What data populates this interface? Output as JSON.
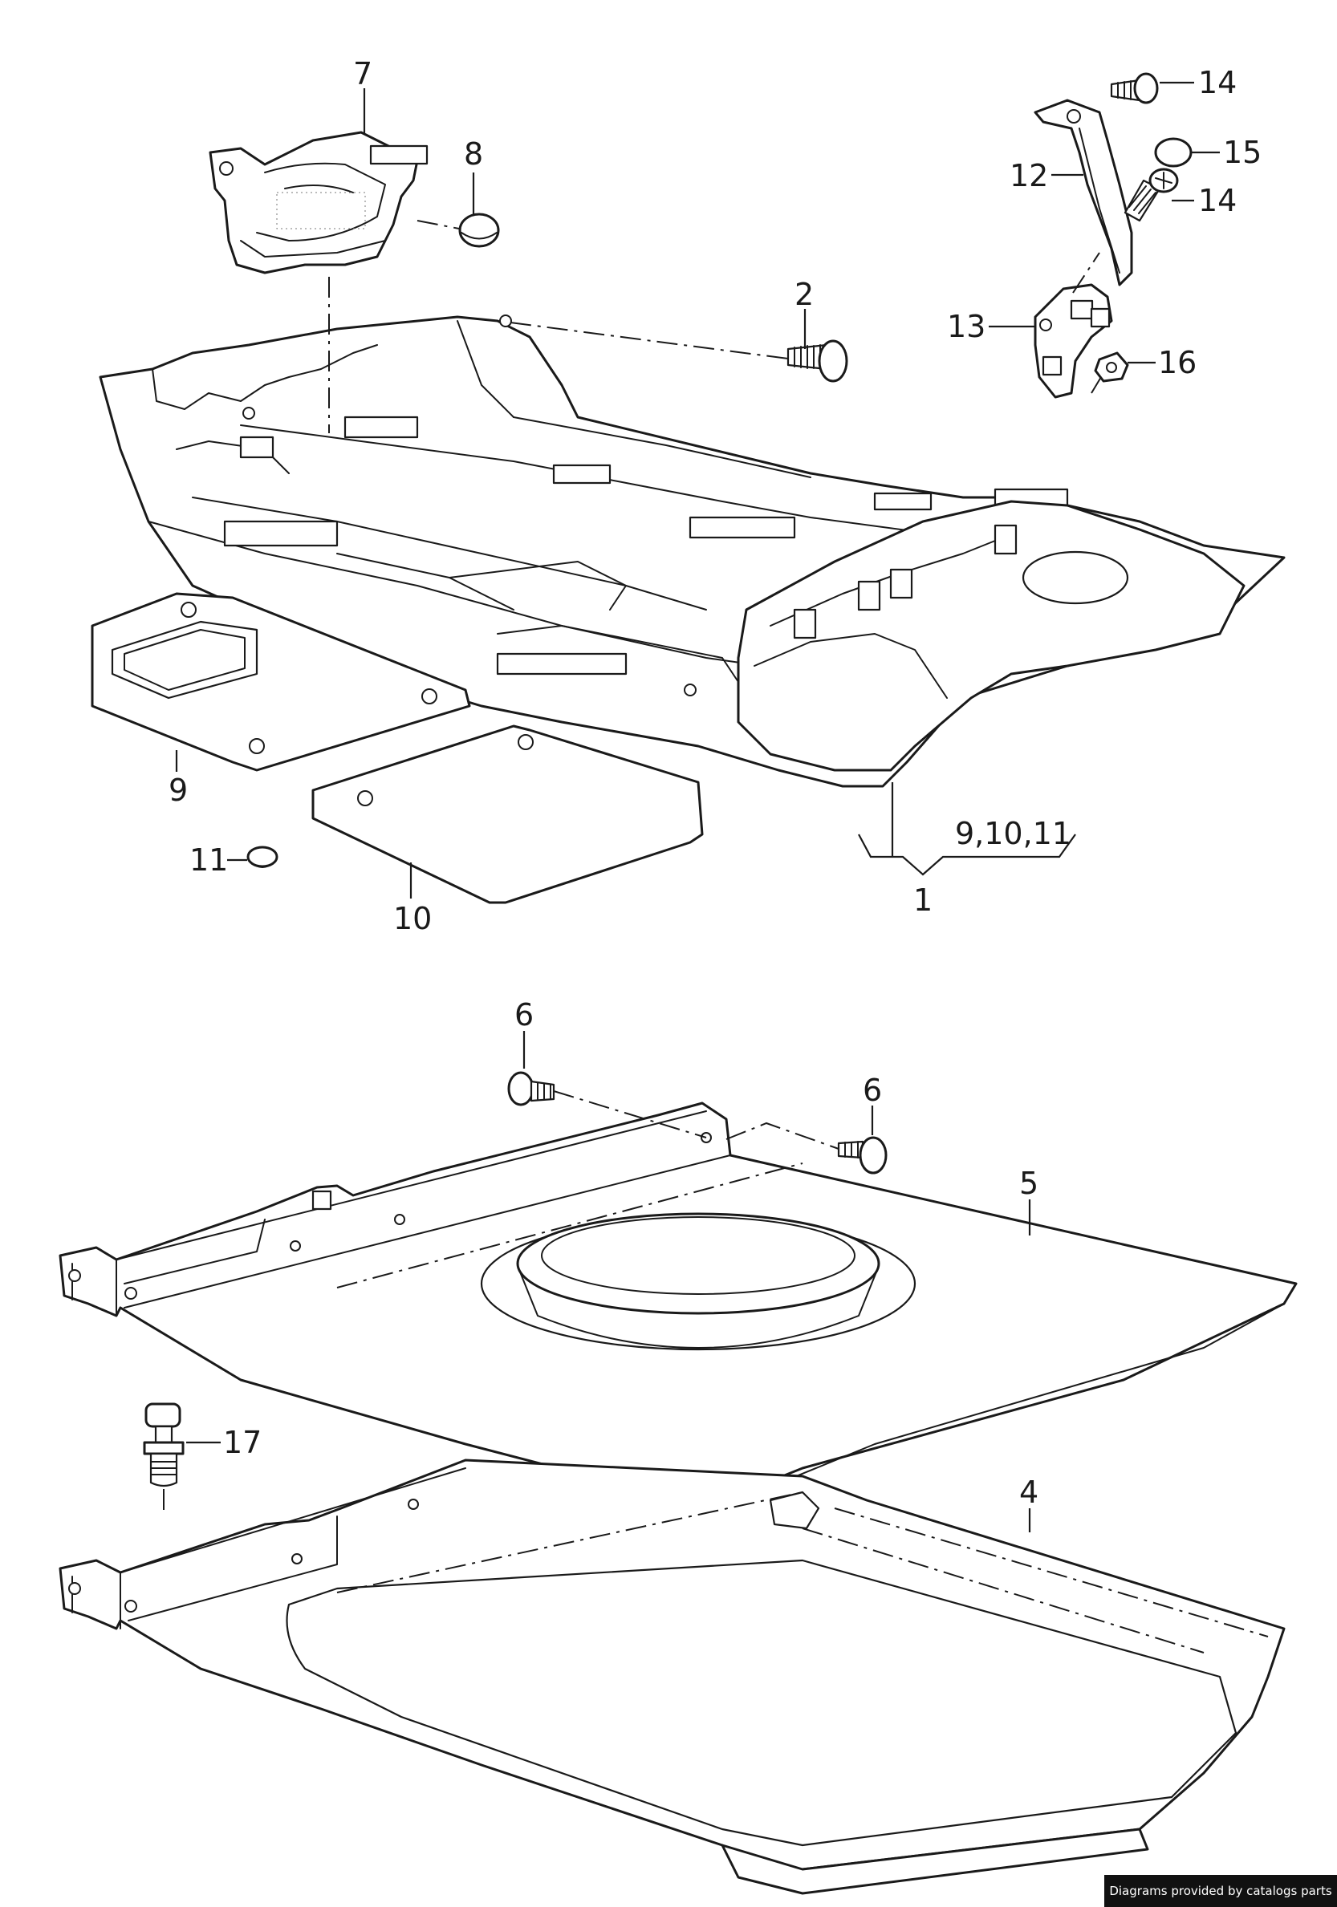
{
  "callouts": {
    "c1": "1",
    "c2": "2",
    "c4": "4",
    "c5": "5",
    "c6a": "6",
    "c6b": "6",
    "c7": "7",
    "c8": "8",
    "c9": "9",
    "c10": "10",
    "c11": "11",
    "c12": "12",
    "c13": "13",
    "c14a": "14",
    "c14b": "14",
    "c15": "15",
    "c16": "16",
    "c17": "17",
    "c9_10_11": "9,10,11"
  },
  "badge": {
    "text": "Diagrams provided by catalogs parts"
  }
}
